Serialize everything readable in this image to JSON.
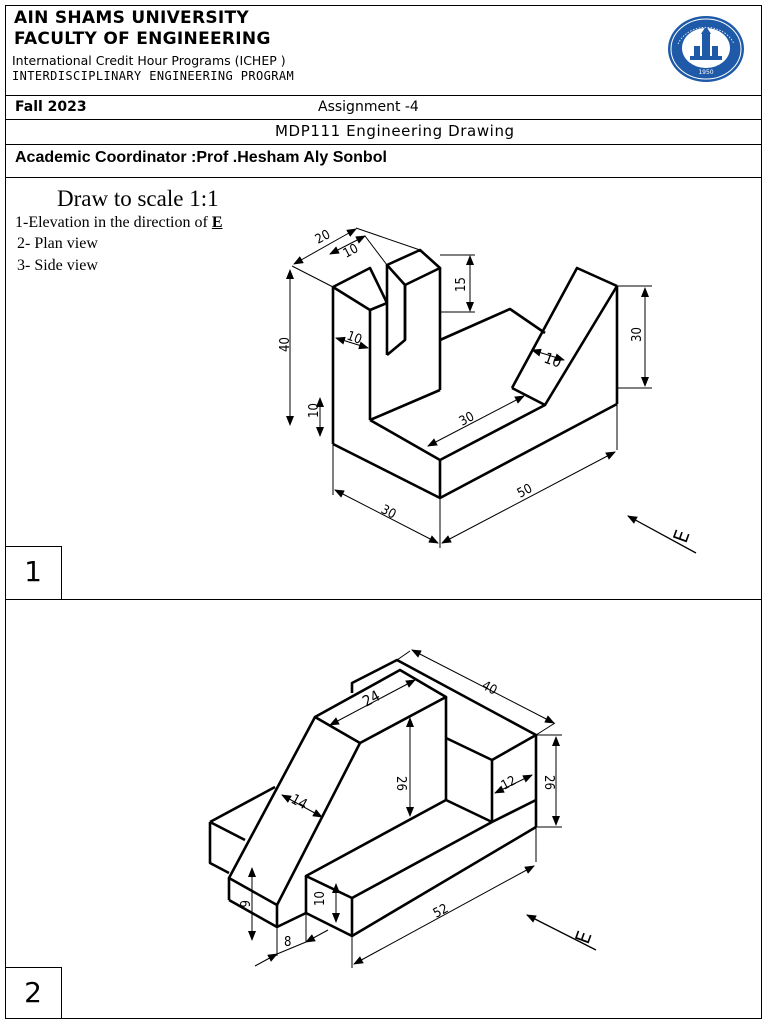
{
  "header": {
    "university": "AIN SHAMS UNIVERSITY",
    "faculty": "FACULTY OF ENGINEERING",
    "programs": "International Credit Hour Programs (ICHEP  )",
    "interdisciplinary": "INTERDISCIPLINARY  ENGINEERING  PROGRAM",
    "term": "Fall  2023",
    "assignment": "Assignment -4",
    "course": "MDP111  Engineering Drawing",
    "coordinator": "Academic Coordinator :Prof  .Hesham Aly Sonbol",
    "logo_year": "1950"
  },
  "instructions": {
    "scale": "Draw to scale 1:1",
    "item1_prefix": "1-Elevation in the direction of ",
    "item1_direction": "E",
    "item2": " 2- Plan view",
    "item3": " 3- Side view"
  },
  "problem1": {
    "number": "1",
    "direction_label": "E",
    "dims": {
      "top_width": "20",
      "slot_width": "10",
      "slot_depth": "15",
      "height_total": "40",
      "wall_thickness": "10",
      "base_height": "10",
      "slot_length": "30",
      "ramp_thickness": "10",
      "right_height": "30",
      "front_depth": "30",
      "length": "50"
    }
  },
  "problem2": {
    "number": "2",
    "direction_label": "E",
    "dims": {
      "length_top": "40",
      "top_width": "24",
      "upright_height": "26",
      "right_height": "26",
      "arm_width": "14",
      "step": "12",
      "tab_height": "6",
      "gap": "8",
      "base_height": "10",
      "length": "52"
    }
  }
}
